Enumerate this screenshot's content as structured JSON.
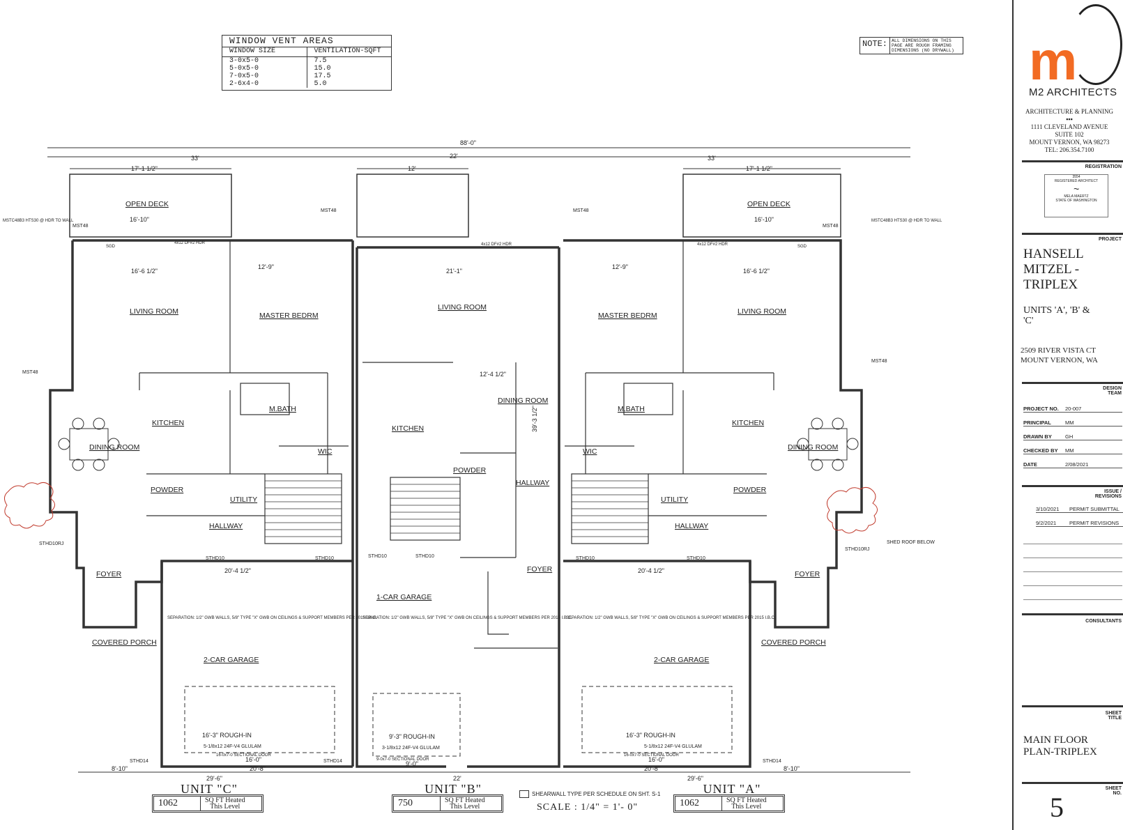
{
  "vent_table": {
    "title": "WINDOW VENT AREAS",
    "col_size": "WINDOW SIZE",
    "col_vent": "VENTILATION-SQFT",
    "rows": [
      {
        "size": "3-0x5-0",
        "vent": "7.5"
      },
      {
        "size": "5-0x5-0",
        "vent": "15.0"
      },
      {
        "size": "7-0x5-0",
        "vent": "17.5"
      },
      {
        "size": "2-6x4-0",
        "vent": "5.0"
      }
    ]
  },
  "note": {
    "label": "NOTE:",
    "text": "ALL DIMENSIONS ON THIS PAGE ARE ROUGH FRAMING DIMENSIONS (NO DRYWALL)"
  },
  "firm": {
    "logo_letter": "m",
    "name": "M2 ARCHITECTS",
    "tagline": "ARCHITECTURE & PLANNING",
    "address1": "1111 CLEVELAND AVENUE",
    "address2": "SUITE 102",
    "address3": "MOUNT VERNON, WA 98273",
    "phone": "TEL: 206.354.7100"
  },
  "registration": {
    "label": "REGISTRATION",
    "seal_no": "3554",
    "seal_top": "REGISTERED ARCHITECT",
    "seal_name": "MELA MAERTZ",
    "seal_state": "STATE OF WASHINGTON"
  },
  "project": {
    "label": "PROJECT",
    "line1": "HANSELL",
    "line2": "MITZEL -",
    "line3": "TRIPLEX",
    "units_line1": "UNITS 'A', 'B' &",
    "units_line2": "'C'",
    "address1": "2509 RIVER VISTA CT",
    "address2": "MOUNT VERNON, WA"
  },
  "design_team": {
    "label": "DESIGN TEAM",
    "project_no_k": "PROJECT NO.",
    "project_no_v": "20-007",
    "principal_k": "PRINCIPAL",
    "principal_v": "MM",
    "drawn_k": "DRAWN BY",
    "drawn_v": "GH",
    "checked_k": "CHECKED BY",
    "checked_v": "MM",
    "date_k": "DATE",
    "date_v": "2/08/2021"
  },
  "issue": {
    "label": "ISSUE / REVISIONS",
    "rev1_date": "3/10/2021",
    "rev1_text": "PERMIT SUBMITTAL",
    "rev2_date": "9/2/2021",
    "rev2_text": "PERMIT REVISIONS"
  },
  "consultants": {
    "label": "CONSULTANTS"
  },
  "sheet": {
    "title_label": "SHEET TITLE",
    "title1": "MAIN FLOOR",
    "title2": "PLAN-TRIPLEX",
    "no_label": "SHEET NO.",
    "no": "5"
  },
  "plan": {
    "overall": "88'-0\"",
    "w_c": "33'",
    "w_b": "22'",
    "w_a": "33'",
    "deck_w": "17'-1 1/2\"",
    "deck_inner": "16'-10\"",
    "b_top": "12'",
    "rooms": {
      "open_deck": "OPEN DECK",
      "living": "LIVING ROOM",
      "master": "MASTER BEDRM",
      "kitchen": "KITCHEN",
      "dining": "DINING ROOM",
      "mbath": "M.BATH",
      "wic": "WIC",
      "powder": "POWDER",
      "utility": "UTILITY",
      "hallway": "HALLWAY",
      "foyer": "FOYER",
      "porch": "COVERED PORCH",
      "garage2": "2-CAR GARAGE",
      "garage1": "1-CAR GARAGE"
    },
    "garage_note": "SEPARATION: 1/2\" GWB WALLS, 5/8\" TYPE \"X\" GWB ON CEILINGS & SUPPORT MEMBERS PER 2015 I.B.C.",
    "rough_in_2": "16'-3\" ROUGH-IN",
    "rough_in_1": "9'-3\" ROUGH-IN",
    "glulam_2": "5-1/8x12 24F-V4 GLULAM",
    "glulam_1": "3-1/8x12 24F-V4 GLULAM",
    "door_2": "16-0x7-0 SECTIONAL DOOR",
    "door_1": "9-0x7-0 SECTIONAL DOOR",
    "bottom_c1": "8'-10\"",
    "bottom_c2": "20'-8\"",
    "bottom_c": "29'-6\"",
    "bottom_b": "22'",
    "bottom_a1": "20'-8\"",
    "bottom_a2": "8'-10\"",
    "bottom_a": "29'-6\"",
    "garage_w": "16'-0\"",
    "garage_w_b": "9'-0\"",
    "hall_w": "20'-4 1/2\"",
    "liv_w": "16'-6 1/2\"",
    "b_liv_w": "21'-1\"",
    "mb_w": "12'-9\"",
    "dining_b": "12'-4 1/2\"",
    "depth_b": "39'-3 1/2\"",
    "mst": "MST48",
    "mstc": "MSTC48B3 HTS30 @ HDR TO WALL",
    "stdh10": "STHD10",
    "stdh14": "STHD14",
    "stdh10rj": "STHD10RJ",
    "shed": "SHED ROOF BELOW",
    "hdr": "4x12 DF#2 HDR",
    "sgd": "SGD"
  },
  "units": {
    "c_name": "UNIT \"C\"",
    "b_name": "UNIT \"B\"",
    "a_name": "UNIT \"A\"",
    "c_sqft": "1062",
    "b_sqft": "750",
    "a_sqft": "1062",
    "sqft_t1": "SQ FT Heated",
    "sqft_t2": "This Level"
  },
  "footer": {
    "shear": "SHEARWALL TYPE PER SCHEDULE ON SHT. S-1",
    "scale": "SCALE : 1/4\" = 1'- 0\""
  }
}
